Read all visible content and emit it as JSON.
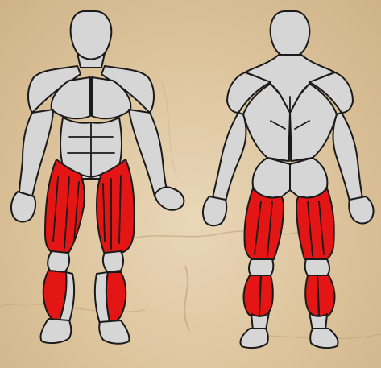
{
  "diagram": {
    "views": [
      "front",
      "back"
    ],
    "highlighted_muscle_groups": [
      "quadriceps",
      "hamstrings",
      "calves"
    ],
    "colors": {
      "highlight": "#e41515",
      "muscle_fill": "#d6d6d6",
      "outline": "#1a1a1a",
      "background": "#dcc39b"
    }
  }
}
